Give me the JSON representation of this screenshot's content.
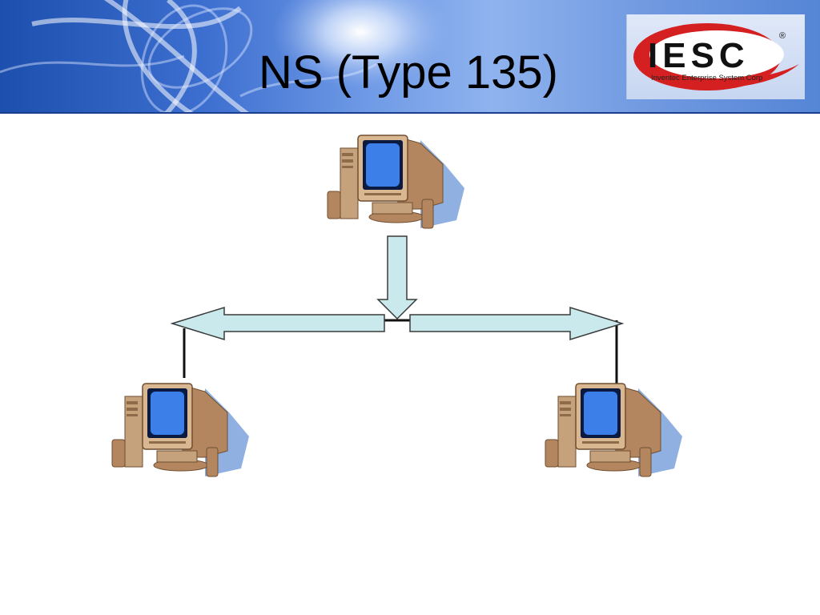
{
  "slide": {
    "title": "NS (Type 135)"
  },
  "logo": {
    "letters": "IESC",
    "registered_mark": "®",
    "tagline": "Inventec Enterprise System Corp"
  },
  "diagram": {
    "nodes": [
      {
        "id": "sender",
        "icon": "desktop-computer-icon"
      },
      {
        "id": "receiver-left",
        "icon": "desktop-computer-icon"
      },
      {
        "id": "receiver-right",
        "icon": "desktop-computer-icon"
      }
    ],
    "edges": [
      {
        "from": "sender",
        "to": "bus",
        "style": "block-arrow-down"
      },
      {
        "from": "bus",
        "to": "receiver-left",
        "style": "block-arrow-left"
      },
      {
        "from": "bus",
        "to": "receiver-right",
        "style": "block-arrow-right"
      }
    ]
  },
  "colors": {
    "arrow_fill": "#c9e9ec",
    "arrow_stroke": "#3a3a3a",
    "screen": "#3d7fe8",
    "case": "#d9b891",
    "banner": "#3d6fd0",
    "logo_red": "#d42020"
  }
}
